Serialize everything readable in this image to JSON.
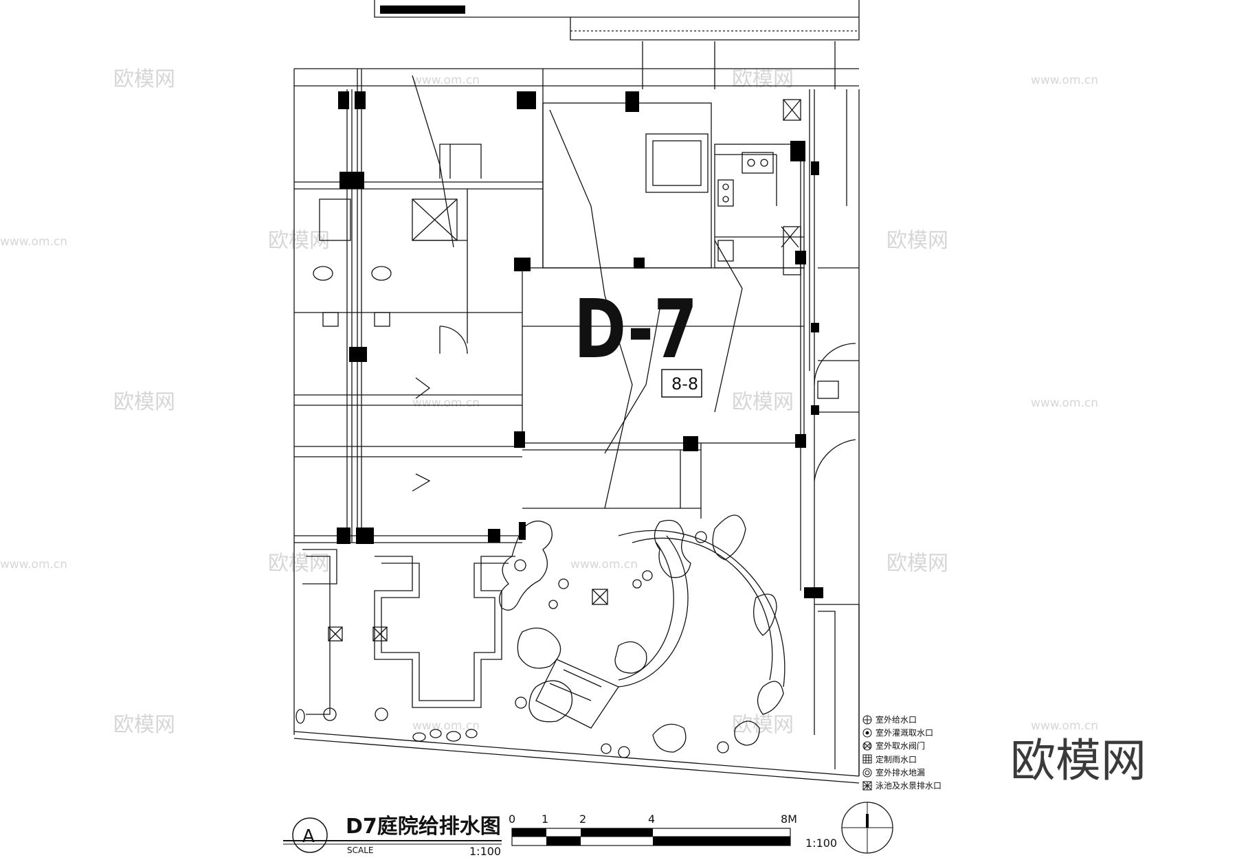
{
  "plan": {
    "unit_label": "D-7",
    "section_tag": "8-8",
    "title": "D7庭院给排水图",
    "title_marker": "A",
    "scale_word": "SCALE",
    "scale_ratio_under_title": "1:100",
    "scale_ratio_bar": "1:100",
    "scale_bar_ticks": [
      "0",
      "1",
      "2",
      "4",
      "8M"
    ]
  },
  "legend": {
    "items": [
      {
        "icon": "crosshair-circle-icon",
        "label": "室外给水口"
      },
      {
        "icon": "dot-circle-icon",
        "label": "室外灌溉取水口"
      },
      {
        "icon": "valve-circle-icon",
        "label": "室外取水阀门"
      },
      {
        "icon": "grid-square-icon",
        "label": "定制雨水口"
      },
      {
        "icon": "ring-circle-icon",
        "label": "室外排水地漏"
      },
      {
        "icon": "cross-square-icon",
        "label": "泳池及水景排水口"
      }
    ]
  },
  "watermarks": {
    "brand": "欧模网",
    "url": "www.om.cn",
    "cn_short": "欧模网"
  },
  "colors": {
    "line": "#111111",
    "wall": "#000000",
    "watermark": "#d6d6d6"
  }
}
